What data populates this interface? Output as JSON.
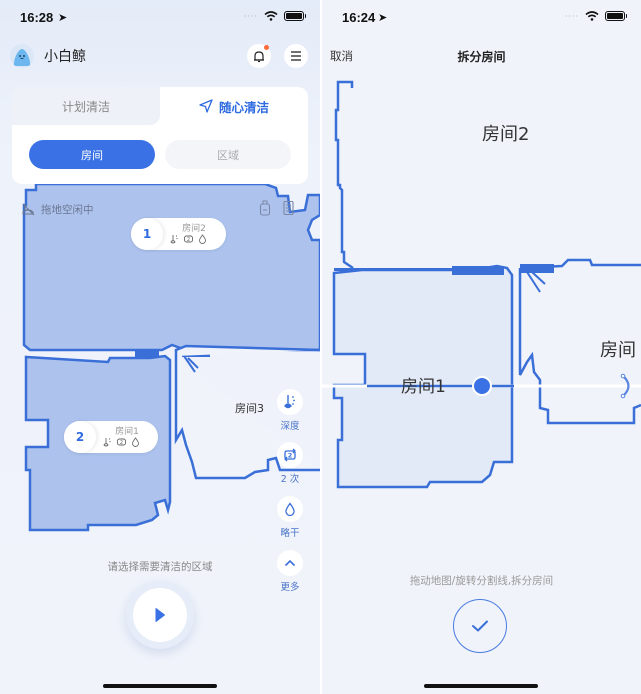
{
  "left_screen": {
    "status_bar": {
      "time": "16:28"
    },
    "header": {
      "app_name": "小白鲸",
      "icons": [
        "bell-icon",
        "menu-icon"
      ],
      "notification_dot": true
    },
    "mode_tabs": [
      {
        "label": "计划清洁",
        "active": false
      },
      {
        "label": "随心清洁",
        "active": true,
        "icon": "send-icon"
      }
    ],
    "segment": [
      {
        "label": "房间",
        "active": true
      },
      {
        "label": "区域",
        "active": false
      }
    ],
    "map": {
      "status": "拖地空闲中",
      "rooms": [
        {
          "order": "1",
          "name": "房间2",
          "selected": true,
          "icons": [
            "depth-icon",
            "repeat-icon",
            "water-icon"
          ]
        },
        {
          "order": "2",
          "name": "房间1",
          "selected": true,
          "icons": [
            "depth-icon",
            "repeat-icon",
            "water-icon"
          ]
        },
        {
          "name": "房间3",
          "selected": false
        }
      ]
    },
    "side_controls": [
      {
        "label": "深度",
        "icon": "depth-icon"
      },
      {
        "label": "2 次",
        "icon": "repeat-icon",
        "value": "2"
      },
      {
        "label": "略干",
        "icon": "water-drop-icon"
      },
      {
        "label": "更多",
        "icon": "chevron-up-icon"
      }
    ],
    "hint": "请选择需要清洁的区域",
    "colors": {
      "accent": "#3a72e6",
      "room_fill": "#adc3ee",
      "wall": "#3a6fd8"
    }
  },
  "right_screen": {
    "status_bar": {
      "time": "16:24"
    },
    "header": {
      "cancel": "取消",
      "title": "拆分房间"
    },
    "map": {
      "rooms": [
        {
          "name": "房间2"
        },
        {
          "name": "房间1"
        },
        {
          "name": "房间"
        }
      ]
    },
    "hint": "拖动地图/旋转分割线,拆分房间",
    "confirm_icon": "check-icon"
  }
}
